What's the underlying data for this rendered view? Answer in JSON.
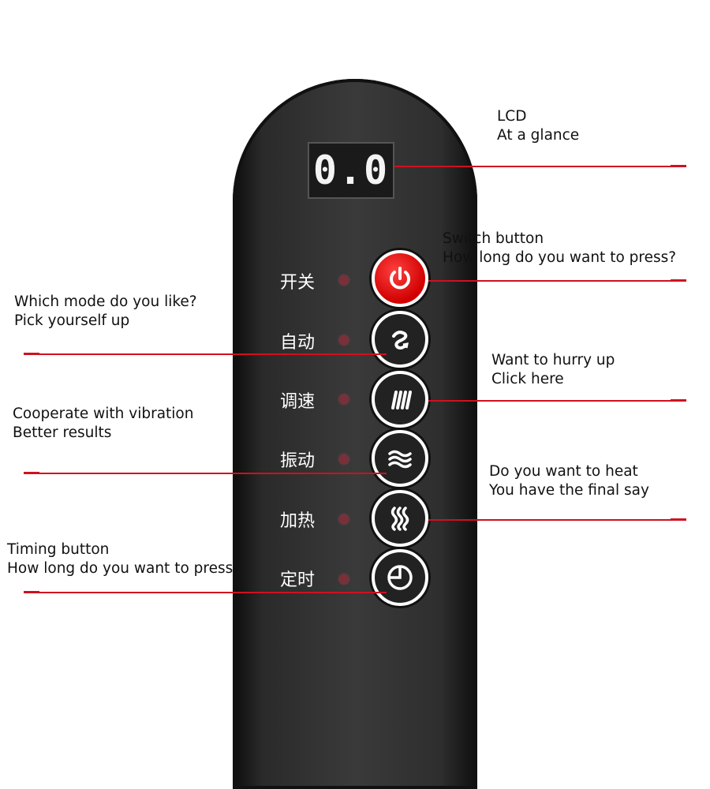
{
  "lcd": {
    "display": "0.0"
  },
  "buttons": [
    {
      "label": "开关",
      "icon": "power-icon"
    },
    {
      "label": "自动",
      "icon": "auto-cycle-icon"
    },
    {
      "label": "调速",
      "icon": "speed-bars-icon"
    },
    {
      "label": "振动",
      "icon": "vibration-waves-icon"
    },
    {
      "label": "加热",
      "icon": "heat-icon"
    },
    {
      "label": "定时",
      "icon": "timer-clock-icon"
    }
  ],
  "annotations": {
    "lcd": {
      "line1": "LCD",
      "line2": "At a glance"
    },
    "switch": {
      "line1": "Switch button",
      "line2": "How long do you want to press?"
    },
    "mode": {
      "line1": "Which mode do you like?",
      "line2": "Pick yourself up"
    },
    "speed": {
      "line1": "Want to hurry up",
      "line2": "Click here"
    },
    "vibration": {
      "line1": "Cooperate with vibration",
      "line2": "Better results"
    },
    "heat": {
      "line1": "Do you want to heat",
      "line2": "You have the final say"
    },
    "timing": {
      "line1": "Timing button",
      "line2": "How long do you want to press?"
    }
  },
  "colors": {
    "accent_line": "#d01020",
    "power_button": "#e00000",
    "remote_body": "#2a2a2a"
  }
}
